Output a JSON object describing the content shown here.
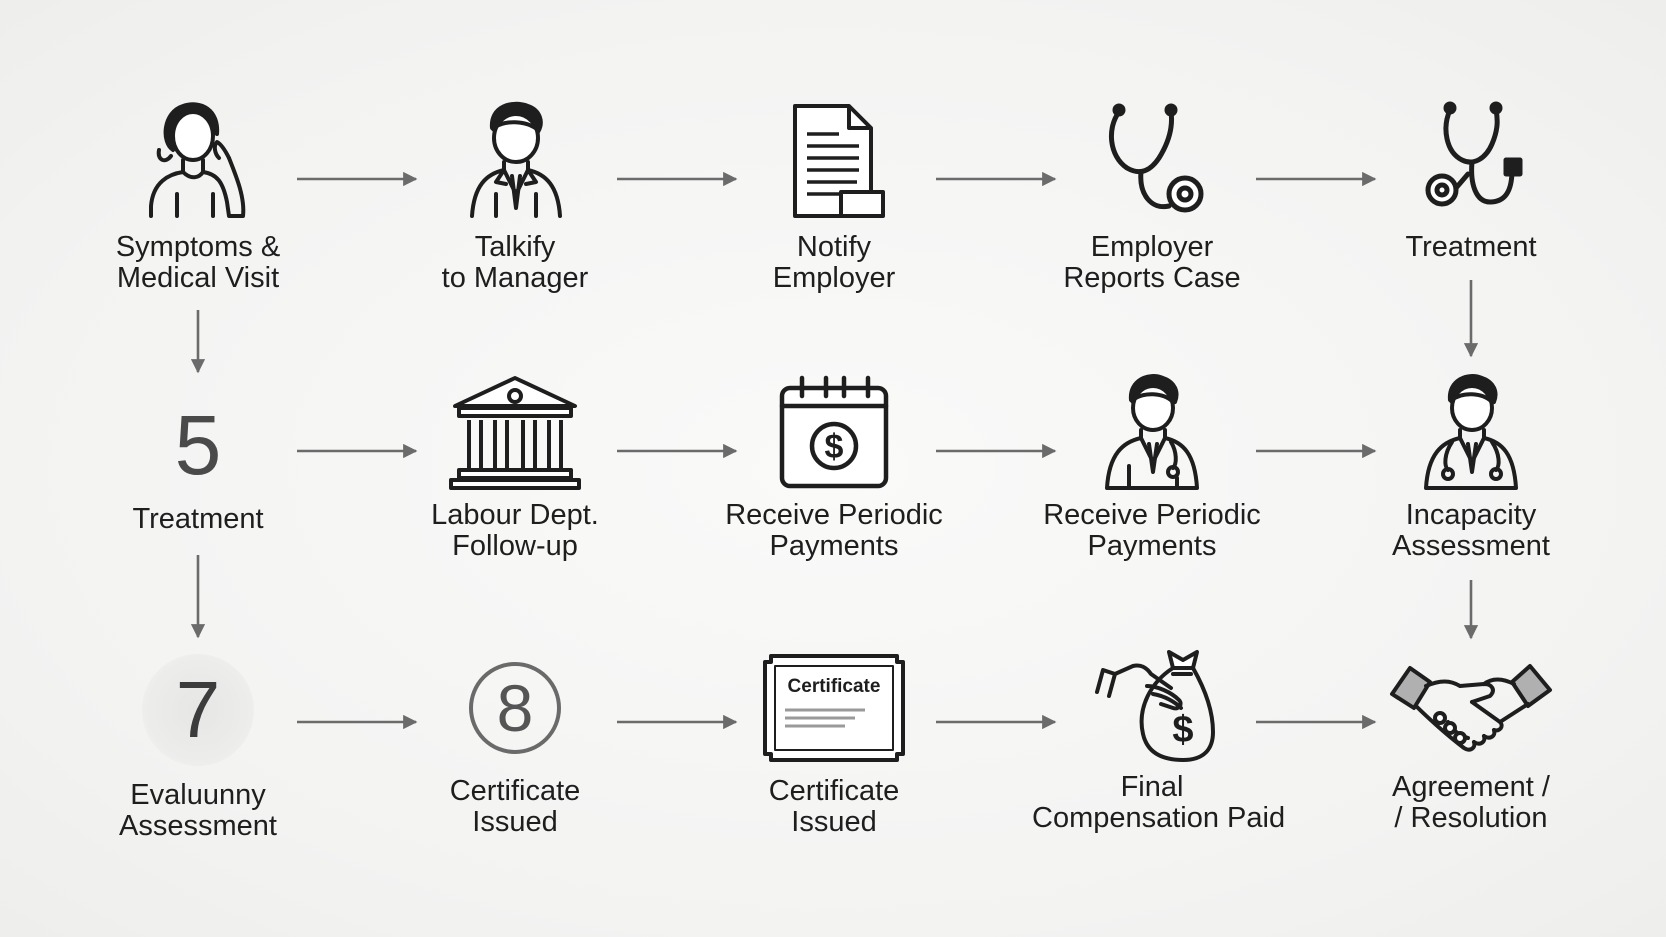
{
  "colors": {
    "ink": "#1e1e1e",
    "arrow": "#6b6b6b",
    "background": "#f4f4f3"
  },
  "nodes": [
    {
      "id": "n1",
      "icon": "woman-on-phone-icon",
      "lines": [
        "Symptoms &",
        "Medical Visit"
      ]
    },
    {
      "id": "n2",
      "icon": "manager-icon",
      "lines": [
        "Talkify",
        "to Manager"
      ]
    },
    {
      "id": "n3",
      "icon": "document-icon",
      "lines": [
        "Notify",
        "Employer"
      ]
    },
    {
      "id": "n4",
      "icon": "stethoscope-icon",
      "lines": [
        "Employer",
        "Reports Case"
      ]
    },
    {
      "id": "n5",
      "icon": "stethoscope-icon",
      "lines": [
        "Treatment"
      ]
    },
    {
      "id": "n6",
      "numeral": "5",
      "lines": [
        "Treatment"
      ]
    },
    {
      "id": "n7",
      "icon": "bank-building-icon",
      "lines": [
        "Labour Dept.",
        "Follow-up"
      ]
    },
    {
      "id": "n8",
      "icon": "calendar-dollar-icon",
      "lines": [
        "Receive Periodic",
        "Payments"
      ]
    },
    {
      "id": "n9",
      "icon": "doctor-icon",
      "lines": [
        "Receive Periodic",
        "Payments"
      ]
    },
    {
      "id": "n10",
      "icon": "doctor-icon",
      "lines": [
        "Incapacity",
        "Assessment"
      ]
    },
    {
      "id": "n11",
      "numeral": "7",
      "lines": [
        "Evaluunny",
        "Assessment"
      ]
    },
    {
      "id": "n12",
      "numeral": "8",
      "lines": [
        "Certificate",
        "Issued"
      ]
    },
    {
      "id": "n13",
      "icon": "certificate-icon",
      "icon_text": "Certificate",
      "lines": [
        "Certificate",
        "Issued"
      ]
    },
    {
      "id": "n14",
      "icon": "money-bag-icon",
      "lines": [
        "Final",
        "Compensation Paid"
      ]
    },
    {
      "id": "n15",
      "icon": "handshake-icon",
      "lines": [
        "Agreement /",
        "/ Resolution"
      ]
    }
  ],
  "edges": [
    [
      "n1",
      "n2"
    ],
    [
      "n2",
      "n3"
    ],
    [
      "n3",
      "n4"
    ],
    [
      "n4",
      "n5"
    ],
    [
      "n1",
      "n6"
    ],
    [
      "n5",
      "n10"
    ],
    [
      "n6",
      "n7"
    ],
    [
      "n7",
      "n8"
    ],
    [
      "n8",
      "n9"
    ],
    [
      "n9",
      "n10"
    ],
    [
      "n6",
      "n11"
    ],
    [
      "n10",
      "n15"
    ],
    [
      "n11",
      "n12"
    ],
    [
      "n12",
      "n13"
    ],
    [
      "n13",
      "n14"
    ],
    [
      "n14",
      "n15"
    ]
  ]
}
